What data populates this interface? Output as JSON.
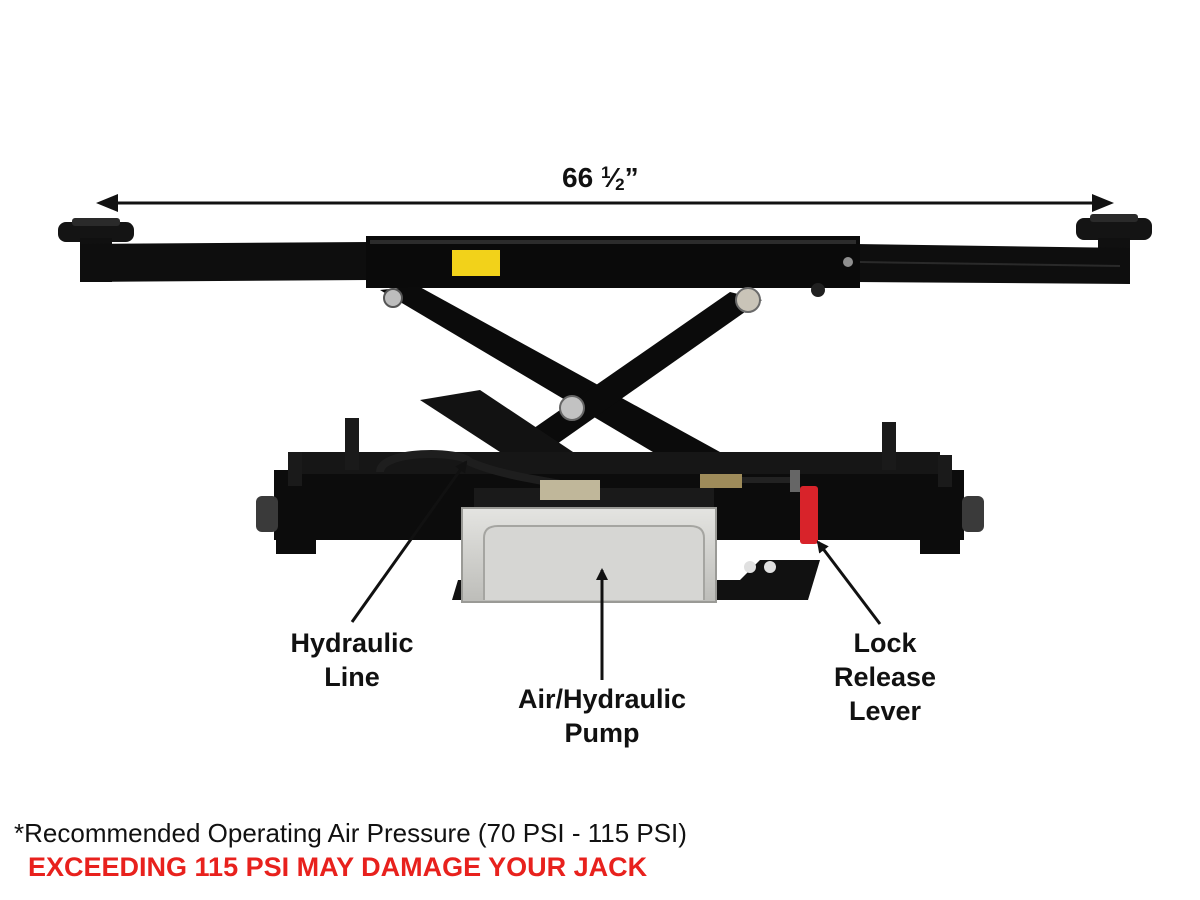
{
  "dimension": {
    "whole": "66",
    "fraction_num": "1",
    "fraction_den": "2",
    "unit": "”"
  },
  "callouts": {
    "hydraulic_line": [
      "Hydraulic",
      "Line"
    ],
    "pump": [
      "Air/Hydraulic",
      "Pump"
    ],
    "lock_release": [
      "Lock",
      "Release",
      "Lever"
    ]
  },
  "notes": {
    "pressure": "*Recommended Operating Air Pressure (70 PSI - 115 PSI)",
    "warning": "EXCEEDING 115 PSI MAY DAMAGE YOUR JACK"
  },
  "colors": {
    "text": "#111111",
    "warning": "#e8211d",
    "steel": "#0d0d0d",
    "pump": "#d2d2cf",
    "sticker": "#f2d21a",
    "lever": "#d8232a"
  }
}
